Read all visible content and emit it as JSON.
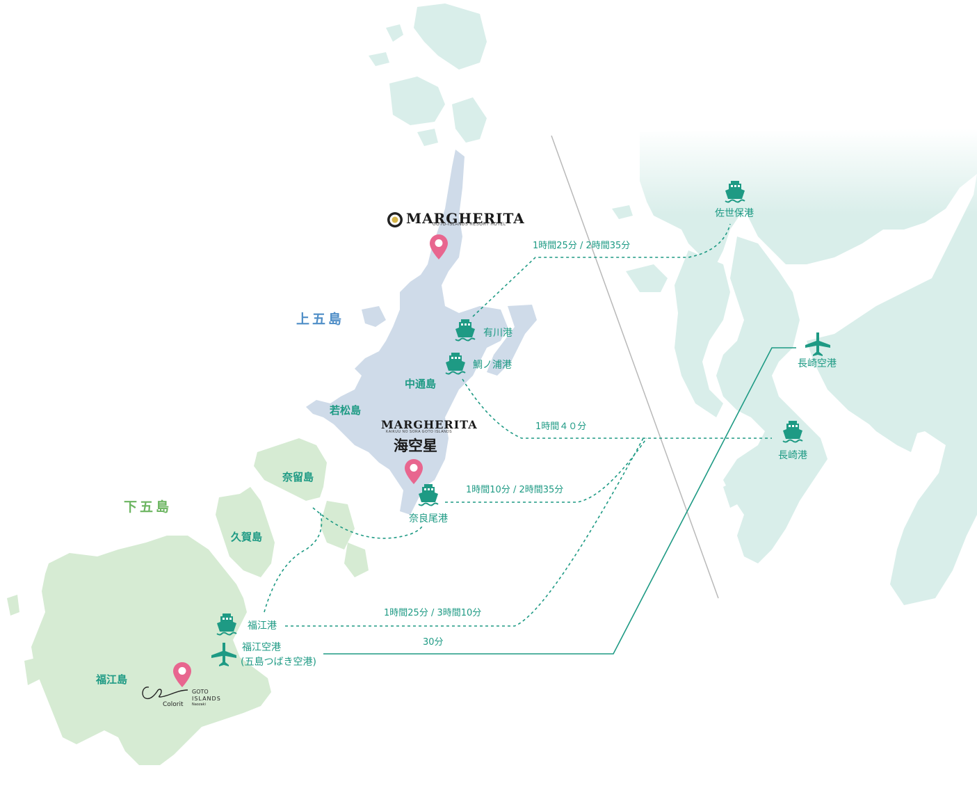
{
  "colors": {
    "accent": "#1e9a84",
    "kami_land": "#cfdbe9",
    "shimo_land": "#d6ebd3",
    "mainland": "#d9eeea",
    "pin": "#e8668f",
    "kami_label": "#4f8ec7",
    "shimo_label": "#6cb561"
  },
  "groups": {
    "kami": "上五島",
    "shimo": "下五島"
  },
  "islands": {
    "nakadori": "中通島",
    "wakamatsu": "若松島",
    "naru": "奈留島",
    "hisaka": "久賀島",
    "fukue": "福江島"
  },
  "ports": {
    "sasebo": "佐世保港",
    "arikawa": "有川港",
    "tainoura": "鯛ノ浦港",
    "naraozaki": "奈良尾港",
    "fukue": "福江港",
    "nagasaki": "長崎港",
    "nagasaki_airport": "長崎空港",
    "fukue_airport": "福江空港",
    "fukue_airport_alt": "(五島つばき空港)"
  },
  "routes": {
    "arikawa_sasebo": "1時間25分 / 2時間35分",
    "tainoura_nagasaki": "1時間４０分",
    "naraozaki_nagasaki": "1時間10分 / 2時間35分",
    "fukue_nagasaki": "1時間25分 / 3時間10分",
    "air": "30分"
  },
  "hotels": {
    "margherita_goto_name": "MARGHERITA",
    "margherita_goto_sub": "GOTO-ISLANDS RESORT HOTEL",
    "margherita_kaikuu_name": "MARGHERITA",
    "margherita_kaikuu_sub": "KAIKUU NO SORA GOTO ISLANDS",
    "margherita_kaikuu_jp": "海空星",
    "colorit_name": "Colorit",
    "colorit_goto": "GOTO",
    "colorit_islands": "ISLANDS",
    "colorit_sub": "Naozaki"
  },
  "icons": {
    "ferry": "ferry-icon",
    "plane": "airplane-icon",
    "pin": "map-pin-icon"
  }
}
